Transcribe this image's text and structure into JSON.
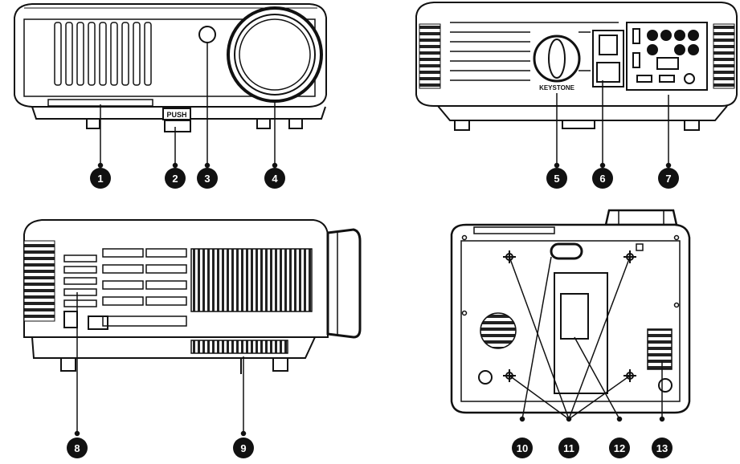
{
  "labels": {
    "push": "PUSH",
    "keystone": "KEYSTONE"
  },
  "callouts": [
    "1",
    "2",
    "3",
    "4",
    "5",
    "6",
    "7",
    "8",
    "9",
    "10",
    "11",
    "12",
    "13"
  ],
  "colors": {
    "line": "#111111",
    "background": "#ffffff",
    "badge": "#111111",
    "badge_text": "#ffffff"
  }
}
